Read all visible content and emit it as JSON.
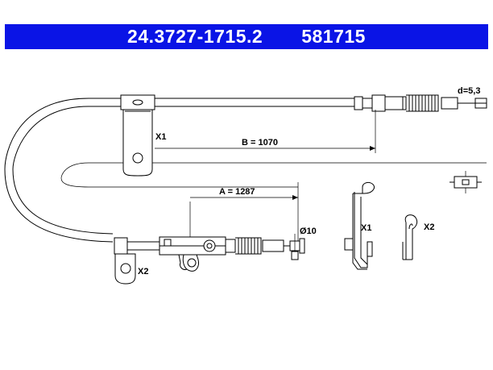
{
  "header": {
    "part_number": "24.3727-1715.2",
    "ref_number": "581715",
    "bg_color": "#0a14e6",
    "text_color": "#ffffff"
  },
  "dimensions": {
    "b_length": "B = 1070",
    "a_length": "A = 1287",
    "diameter": "Ø10",
    "end_diameter": "d=5,3"
  },
  "labels": {
    "x1_main": "X1",
    "x2_main": "X2",
    "x1_detail": "X1",
    "x2_detail": "X2"
  }
}
